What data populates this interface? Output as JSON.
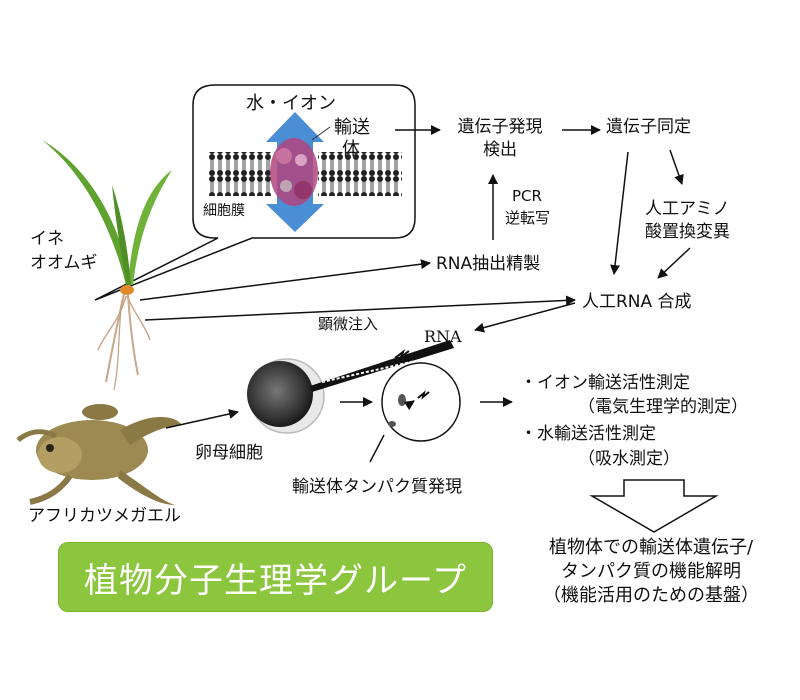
{
  "labels": {
    "water_ion": "水・イオン",
    "transport_1": "輸送",
    "transport_2": "体",
    "cell_membrane": "細胞膜",
    "rice": "イネ",
    "barley": "オオムギ",
    "frog": "アフリカツメガエル",
    "oocyte": "卵母細胞",
    "gene_expression_1": "遺伝子発現",
    "gene_expression_2": "検出",
    "gene_identification": "遺伝子同定",
    "pcr": "PCR",
    "reverse_transcription": "逆転写",
    "rna_extraction": "RNA抽出精製",
    "amino_sub_1": "人工アミノ",
    "amino_sub_2": "酸置換変異",
    "artificial_rna": "人工RNA 合成",
    "microinjection": "顕微注入",
    "rna": "RNA",
    "protein_expression": "輸送体タンパク質発現",
    "ion_transport": "・イオン輸送活性測定",
    "electrophysiology": "（電気生理学的測定）",
    "water_transport": "・水輸送活性測定",
    "water_absorption": "（吸水測定）",
    "result_1": "植物体での輸送体遺伝子/",
    "result_2": "タンパク質の機能解明",
    "result_3": "（機能活用のための基盤）"
  },
  "banner": {
    "label": "植物分子生理学グループ"
  },
  "colors": {
    "banner": "#8cc63f",
    "membrane_arrow": "#4a8fd6",
    "transporter_protein": "#b2457e",
    "leaf": "#5fa22f",
    "frog_skin": "#9c8a52"
  }
}
